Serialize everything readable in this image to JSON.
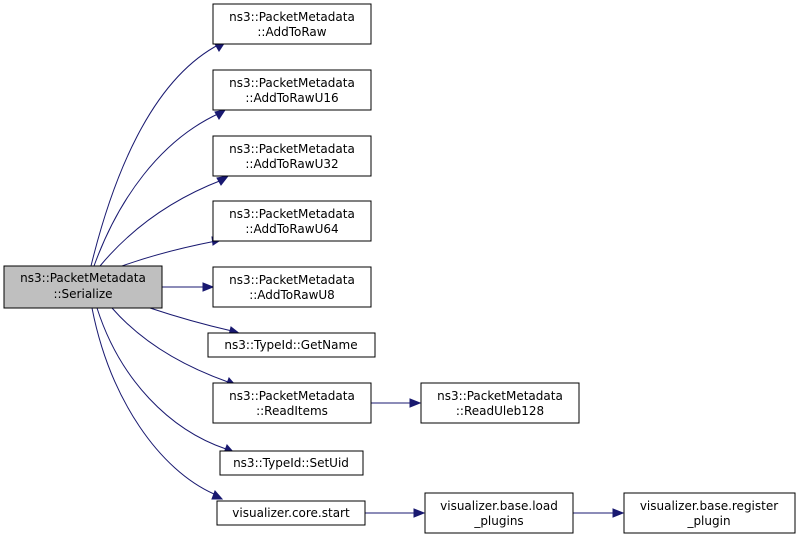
{
  "diagram": {
    "root": {
      "id": "serialize",
      "lines": [
        "ns3::PacketMetadata",
        "::Serialize"
      ]
    },
    "nodes": [
      {
        "id": "addtoraw",
        "lines": [
          "ns3::PacketMetadata",
          "::AddToRaw"
        ]
      },
      {
        "id": "addtorawu16",
        "lines": [
          "ns3::PacketMetadata",
          "::AddToRawU16"
        ]
      },
      {
        "id": "addtorawu32",
        "lines": [
          "ns3::PacketMetadata",
          "::AddToRawU32"
        ]
      },
      {
        "id": "addtorawu64",
        "lines": [
          "ns3::PacketMetadata",
          "::AddToRawU64"
        ]
      },
      {
        "id": "addtorawu8",
        "lines": [
          "ns3::PacketMetadata",
          "::AddToRawU8"
        ]
      },
      {
        "id": "getname",
        "lines": [
          "ns3::TypeId::GetName"
        ]
      },
      {
        "id": "readitems",
        "lines": [
          "ns3::PacketMetadata",
          "::ReadItems"
        ]
      },
      {
        "id": "readuleb128",
        "lines": [
          "ns3::PacketMetadata",
          "::ReadUleb128"
        ]
      },
      {
        "id": "setuid",
        "lines": [
          "ns3::TypeId::SetUid"
        ]
      },
      {
        "id": "corestart",
        "lines": [
          "visualizer.core.start"
        ]
      },
      {
        "id": "loadplugins",
        "lines": [
          "visualizer.base.load",
          "_plugins"
        ]
      },
      {
        "id": "registerplugin",
        "lines": [
          "visualizer.base.register",
          "_plugin"
        ]
      }
    ],
    "edges": [
      [
        "serialize",
        "addtoraw"
      ],
      [
        "serialize",
        "addtorawu16"
      ],
      [
        "serialize",
        "addtorawu32"
      ],
      [
        "serialize",
        "addtorawu64"
      ],
      [
        "serialize",
        "addtorawu8"
      ],
      [
        "serialize",
        "getname"
      ],
      [
        "serialize",
        "readitems"
      ],
      [
        "serialize",
        "setuid"
      ],
      [
        "serialize",
        "corestart"
      ],
      [
        "readitems",
        "readuleb128"
      ],
      [
        "corestart",
        "loadplugins"
      ],
      [
        "loadplugins",
        "registerplugin"
      ]
    ]
  }
}
